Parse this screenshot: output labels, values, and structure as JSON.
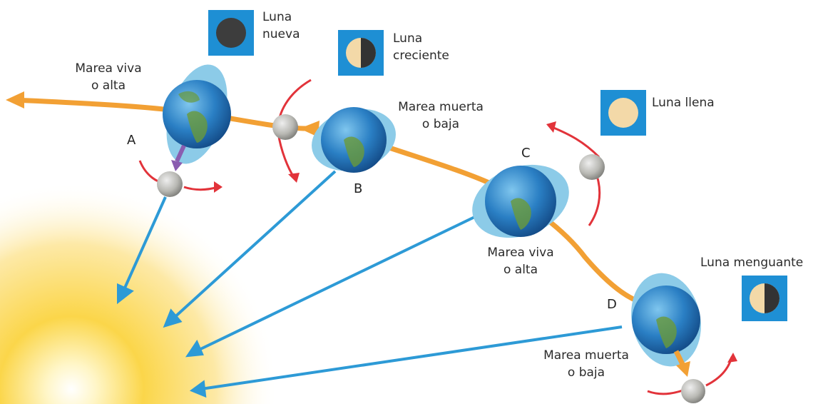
{
  "colors": {
    "orbit": "#f2a034",
    "sun_ray": "#2d9ad6",
    "moon_motion": "#e2333a",
    "tidal_pull": "#8a5db0",
    "phase_box": "#1e8fd4",
    "tidal_bulge": "#8ccbe8"
  },
  "positions": [
    {
      "letter": "A",
      "tide": [
        "Marea viva",
        "o alta"
      ]
    },
    {
      "letter": "B",
      "tide": [
        "Marea muerta",
        "o baja"
      ]
    },
    {
      "letter": "C",
      "tide": [
        "Marea viva",
        "o alta"
      ]
    },
    {
      "letter": "D",
      "tide": [
        "Marea muerta",
        "o baja"
      ]
    }
  ],
  "phases": [
    {
      "label": [
        "Luna",
        "nueva"
      ],
      "icon": "new-moon-icon"
    },
    {
      "label": [
        "Luna",
        "creciente"
      ],
      "icon": "first-quarter-moon-icon"
    },
    {
      "label": [
        "Luna llena"
      ],
      "icon": "full-moon-icon"
    },
    {
      "label": [
        "Luna menguante"
      ],
      "icon": "last-quarter-moon-icon"
    }
  ]
}
